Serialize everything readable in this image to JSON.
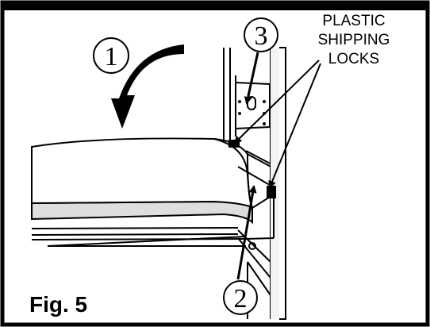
{
  "figure": {
    "label": "Fig. 5",
    "callout_label_lines": [
      "PLASTIC",
      "SHIPPING",
      "LOCKS"
    ],
    "steps": [
      "1",
      "2",
      "3"
    ]
  },
  "colors": {
    "line": "#000000",
    "surface": "#ffffff",
    "board_shadow": "#dedede",
    "cabinet_fill": "#f2f2f2"
  }
}
